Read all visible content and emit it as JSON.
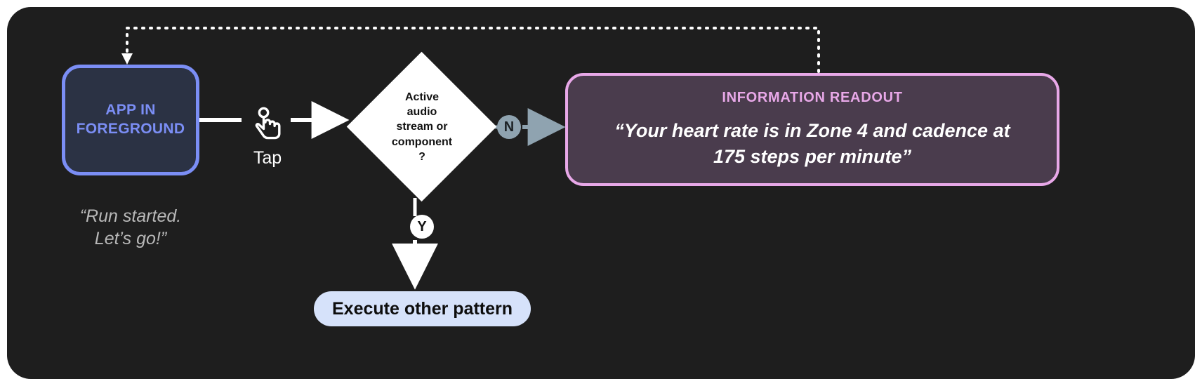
{
  "canvas": {
    "background": "#1e1e1e",
    "page_background": "#ffffff"
  },
  "colors": {
    "app_node_border": "#7b8ef5",
    "app_node_fill": "#2b3244",
    "app_node_text": "#7b8ef5",
    "readout_border": "#e8a8e8",
    "readout_fill": "#4a3c4d",
    "readout_title": "#e8a8e8",
    "pill_fill": "#d6e2fa",
    "pill_text": "#0d0d0d",
    "badge_n_fill": "#8fa3b0",
    "badge_y_fill": "#ffffff",
    "connector_white": "#ffffff",
    "connector_grey": "#8fa3b0",
    "caption_text": "#b8b8b8",
    "diamond_fill": "#ffffff",
    "diamond_text": "#111111"
  },
  "app_node": {
    "label_line1": "APP IN",
    "label_line2": "FOREGROUND",
    "caption_line1": "“Run started.",
    "caption_line2": "Let’s go!”"
  },
  "tap": {
    "icon": "tap-gesture-icon",
    "label": "Tap"
  },
  "decision": {
    "line1": "Active",
    "line2": "audio",
    "line3": "stream or",
    "line4": "component",
    "line5": "?"
  },
  "branches": {
    "no_badge": "N",
    "yes_badge": "Y"
  },
  "readout": {
    "title": "INFORMATION READOUT",
    "body_line1": "“Your heart rate is in Zone 4 and cadence at",
    "body_line2": "175 steps per minute”"
  },
  "execute": {
    "label": "Execute other pattern"
  },
  "feedback_loop": {
    "style": "dotted",
    "description": "dotted return path from readout to app node"
  }
}
